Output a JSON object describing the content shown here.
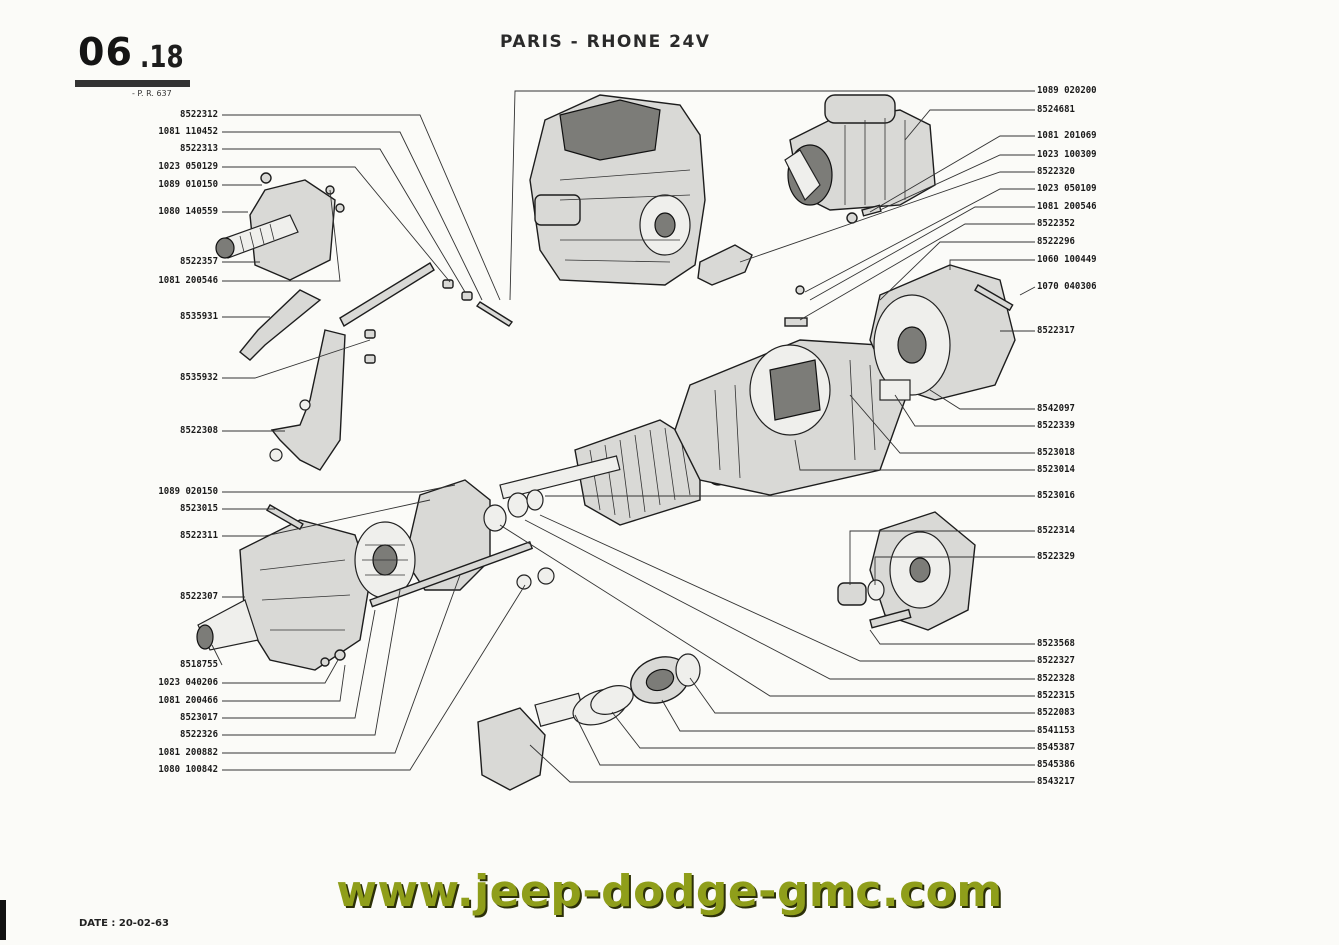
{
  "header": {
    "section_major": "06",
    "section_minor": ".18",
    "ref": "- P. R. 637",
    "title": "PARIS - RHONE 24V"
  },
  "footer": {
    "date": "DATE : 20-02-63",
    "watermark": "www.jeep-dodge-gmc.com"
  },
  "labels_left": [
    "8522312",
    "1081 110452",
    "8522313",
    "1023 050129",
    "1089 010150",
    "1080 140559",
    "8522357",
    "1081 200546",
    "8535931",
    "8535932",
    "8522308",
    "1089 020150",
    "8523015",
    "8522311",
    "8522307",
    "8518755",
    "1023 040206",
    "1081 200466",
    "8523017",
    "8522326",
    "1081 200882",
    "1080 100842"
  ],
  "labels_right": [
    "1089 020200",
    "8524681",
    "1081 201069",
    "1023 100309",
    "8522320",
    "1023 050109",
    "1081 200546",
    "8522352",
    "8522296",
    "1060 100449",
    "1070 040306",
    "8522317",
    "8542097",
    "8522339",
    "8523018",
    "8523014",
    "8523016",
    "8522314",
    "8522329",
    "8523568",
    "8522327",
    "8522328",
    "8522315",
    "8522083",
    "8541153",
    "8545387",
    "8545386",
    "8543217"
  ]
}
